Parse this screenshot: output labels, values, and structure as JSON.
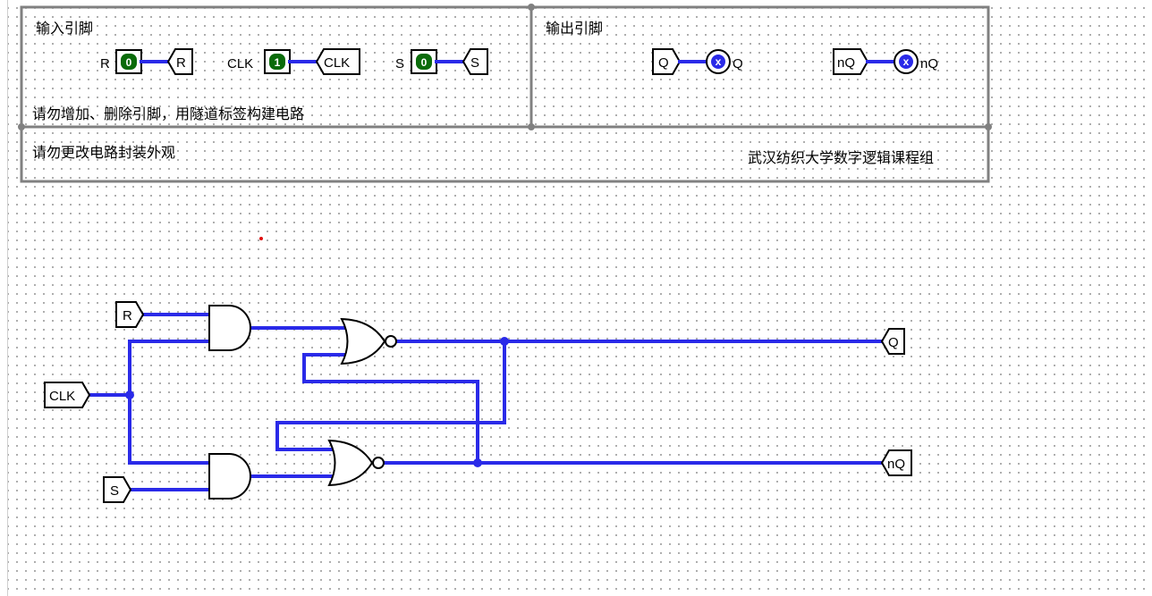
{
  "header": {
    "input_title": "输入引脚",
    "output_title": "输出引脚",
    "note_no_add": "请勿增加、删除引脚，用隧道标签构建电路",
    "note_no_change": "请勿更改电路封装外观",
    "credit": "武汉纺织大学数字逻辑课程组"
  },
  "inputs": [
    {
      "name": "R",
      "value": "0",
      "tunnel": "R"
    },
    {
      "name": "CLK",
      "value": "1",
      "tunnel": "CLK"
    },
    {
      "name": "S",
      "value": "0",
      "tunnel": "S"
    }
  ],
  "outputs": [
    {
      "tunnel": "Q",
      "probe": "x",
      "name": "Q"
    },
    {
      "tunnel": "nQ",
      "probe": "x",
      "name": "nQ"
    }
  ],
  "circuit": {
    "tunnels_in": [
      "R",
      "CLK",
      "S"
    ],
    "tunnels_out": [
      "Q",
      "nQ"
    ]
  },
  "colors": {
    "wire": "#2a2ae8",
    "pin_on": "#0a6b0a",
    "pin_off": "#0a6b0a",
    "frame": "#808080"
  }
}
